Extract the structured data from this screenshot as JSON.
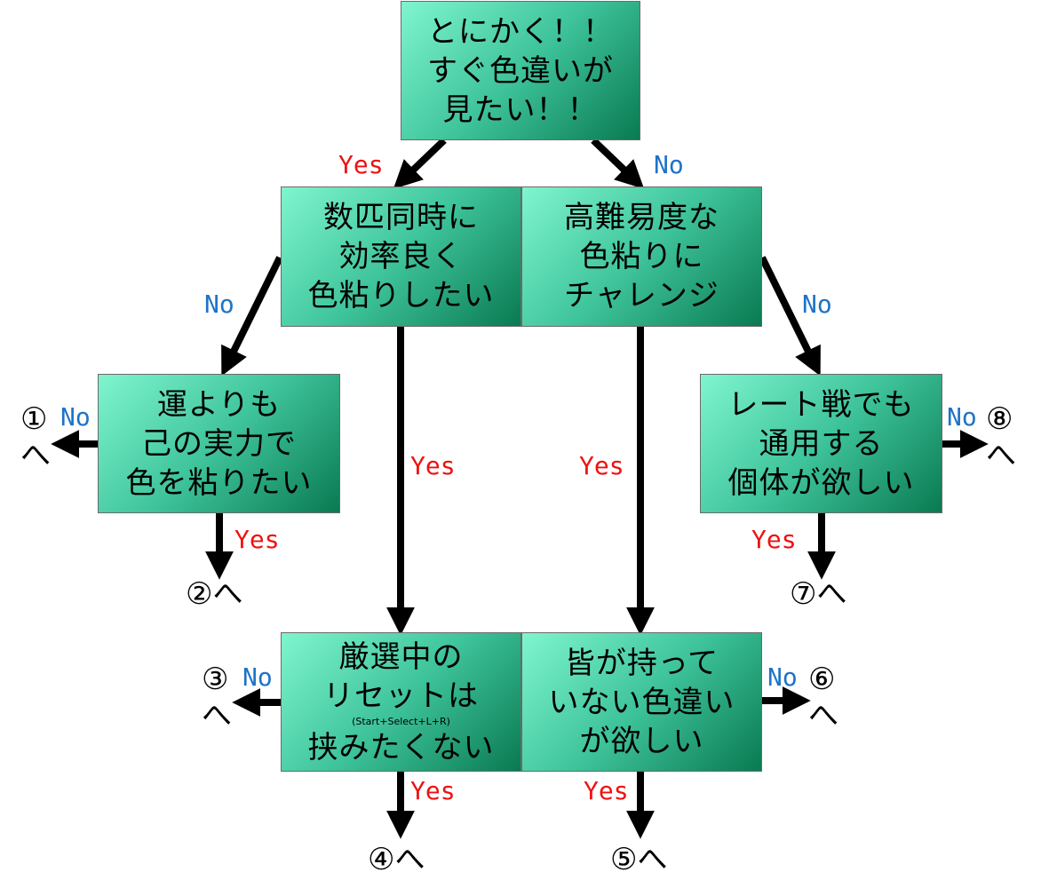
{
  "boxes": {
    "start": [
      "とにかく！！",
      "すぐ色違いが",
      "見たい！！"
    ],
    "multi": [
      "数匹同時に",
      "効率良く",
      "色粘りしたい"
    ],
    "hard": [
      "高難易度な",
      "色粘りに",
      "チャレンジ"
    ],
    "skill": [
      "運よりも",
      "己の実力で",
      "色を粘りたい"
    ],
    "rate": [
      "レート戦でも",
      "通用する",
      "個体が欲しい"
    ],
    "reset": [
      "厳選中の",
      "リセットは",
      "(Start+Select+L+R)",
      "挟みたくない"
    ],
    "rare": [
      "皆が持って",
      "いない色違い",
      "が欲しい"
    ]
  },
  "labels": {
    "yes": "Yes",
    "no": "No"
  },
  "outcomes": {
    "o1": "①",
    "o2": "②へ",
    "o3": "③",
    "o4": "④へ",
    "o5": "⑤へ",
    "o6": "⑥",
    "o7": "⑦へ",
    "o8": "⑧",
    "he": "へ"
  },
  "colors": {
    "yes": "#ee1111",
    "no": "#1e73c6",
    "box_light": "#7ff5cf",
    "box_dark": "#0a7a52"
  }
}
